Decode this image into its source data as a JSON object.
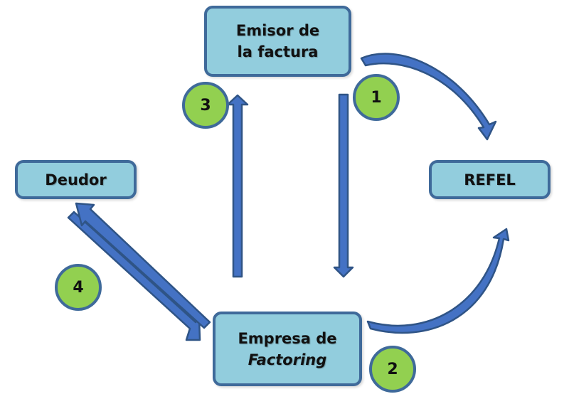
{
  "diagram": {
    "title": "Flujo de factoring con factura electrónica",
    "colors": {
      "node_fill": "#92cddd",
      "node_border": "#3f6a9a",
      "arrow": "#4472c4",
      "arrow_border": "#2f5486",
      "badge_fill": "#92d050"
    },
    "nodes": {
      "emisor": {
        "line1": "Emisor de",
        "line2": "la factura"
      },
      "refel": {
        "label": "REFEL"
      },
      "deudor": {
        "label": "Deudor"
      },
      "empresa": {
        "line1": "Empresa de",
        "line2": "Factoring"
      }
    },
    "steps": [
      {
        "number": "1",
        "from": "Emisor de la factura",
        "to": "REFEL"
      },
      {
        "number": "2",
        "from": "Empresa de Factoring",
        "to": "REFEL"
      },
      {
        "number": "3",
        "from": "Empresa de Factoring",
        "to": "Emisor de la factura"
      },
      {
        "number": "4",
        "from": "Deudor",
        "to": "Empresa de Factoring"
      }
    ],
    "edges": [
      {
        "from": "Emisor de la factura",
        "to": "REFEL",
        "style": "curved"
      },
      {
        "from": "Emisor de la factura",
        "to": "Empresa de Factoring",
        "style": "straight"
      },
      {
        "from": "Empresa de Factoring",
        "to": "Emisor de la factura",
        "style": "straight"
      },
      {
        "from": "Empresa de Factoring",
        "to": "REFEL",
        "style": "curved"
      },
      {
        "from": "Deudor",
        "to": "Empresa de Factoring",
        "style": "straight"
      },
      {
        "from": "Empresa de Factoring",
        "to": "Deudor",
        "style": "straight"
      }
    ]
  }
}
